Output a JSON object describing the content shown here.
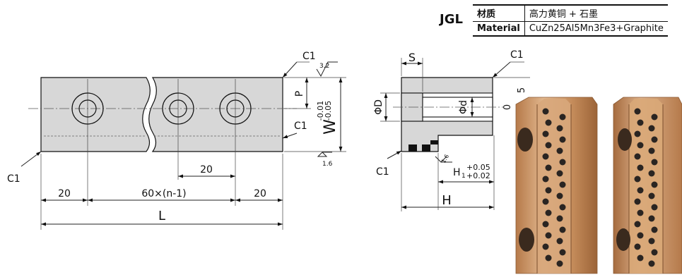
{
  "material_table": {
    "code": "JGL",
    "rows": [
      {
        "label": "材质",
        "value": "高力黄铜 + 石墨"
      },
      {
        "label": "Material",
        "value": "CuZn25Al5Mn3Fe3+Graphite"
      }
    ]
  },
  "front_view": {
    "chamfer_left": "C1",
    "chamfer_top": "C1",
    "chamfer_right": "C1",
    "roughness_top": "3.2",
    "roughness_bottom": "1.6",
    "dim_p": "P",
    "dim_w": "W",
    "tol_w_upper": "-0.01",
    "tol_w_lower": "-0.05",
    "dim_pitch_20": "20",
    "dim_left_20": "20",
    "dim_mid": "60×(n-1)",
    "dim_right_20": "20",
    "dim_l": "L"
  },
  "side_view": {
    "chamfer_top": "C1",
    "chamfer_left": "C1",
    "dim_s": "S",
    "dim_phi_d_big": "ΦD",
    "dim_phi_d_small": "Φd",
    "dim_5": "5",
    "dim_0": "0",
    "roughness": "1.6",
    "dim_h1": "H",
    "dim_h1_sub": "1",
    "tol_h1_upper": "+0.05",
    "tol_h1_lower": "+0.02",
    "dim_h": "H"
  },
  "colors": {
    "part_fill": "#d7d7d7",
    "bronze": "#c9905e",
    "graphite": "#2a2522"
  }
}
